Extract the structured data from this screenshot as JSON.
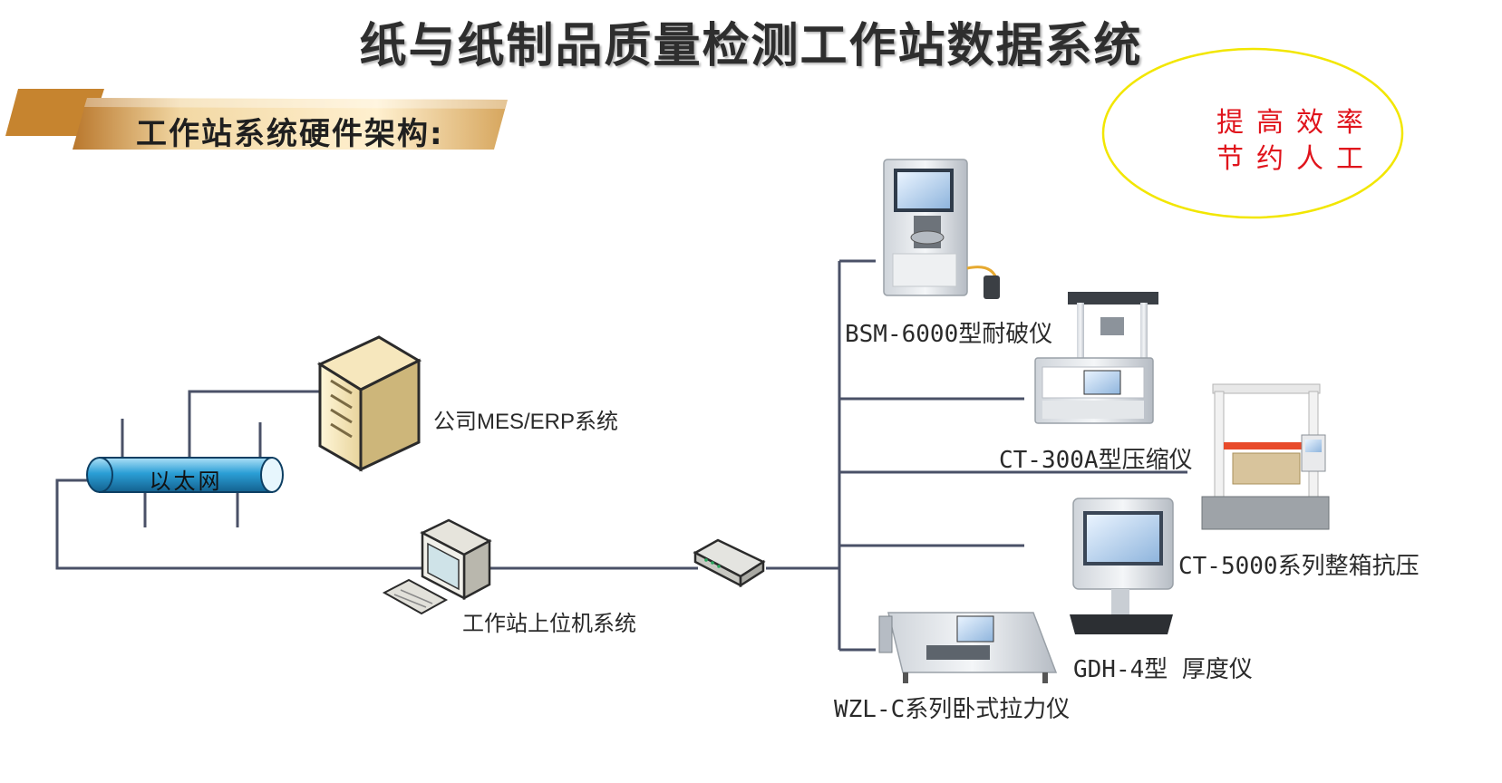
{
  "title": "纸与纸制品质量检测工作站数据系统",
  "section_banner": "工作站系统硬件架构:",
  "slogan": {
    "line1": "提高效率",
    "line2": "节约人工"
  },
  "network_label": "以太网",
  "nodes": {
    "server": "公司MES/ERP系统",
    "workstation": "工作站上位机系统"
  },
  "instruments": [
    {
      "label": "BSM-6000型耐破仪"
    },
    {
      "label": "CT-300A型压缩仪"
    },
    {
      "label": "CT-5000系列整箱抗压"
    },
    {
      "label": "GDH-4型 厚度仪"
    },
    {
      "label": "WZL-C系列卧式拉力仪"
    }
  ],
  "colors": {
    "line": "#4a5167",
    "pipe": "#2b9fd6",
    "slogan": "#e0141c",
    "ellipse": "#f2e600",
    "banner": "#e8c580"
  }
}
